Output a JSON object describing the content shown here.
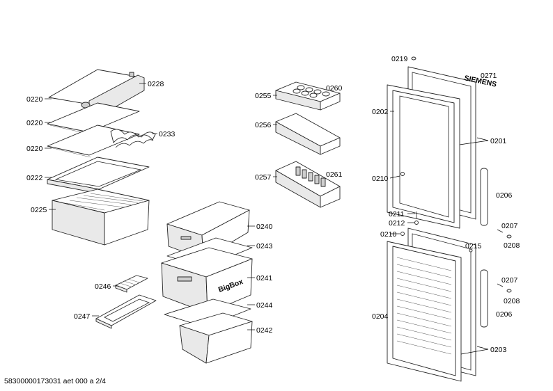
{
  "labels": {
    "l0228": "0228",
    "l0220a": "0220",
    "l0220b": "0220",
    "l0220c": "0220",
    "l0233": "0233",
    "l0222": "0222",
    "l0225": "0225",
    "l0255": "0255",
    "l0260": "0260",
    "l0256": "0256",
    "l0257": "0257",
    "l0261": "0261",
    "l0240": "0240",
    "l0243": "0243",
    "l0241": "0241",
    "l0244": "0244",
    "l0242": "0242",
    "l0246": "0246",
    "l0247": "0247",
    "l0219": "0219",
    "l0271": "0271",
    "l0202": "0202",
    "l0201": "0201",
    "l0210a": "0210",
    "l0206a": "0206",
    "l0211": "0211",
    "l0212": "0212",
    "l0210b": "0210",
    "l0207a": "0207",
    "l0208a": "0208",
    "l0215": "0215",
    "l0207b": "0207",
    "l0208b": "0208",
    "l0206b": "0206",
    "l0204": "0204",
    "l0203": "0203"
  },
  "drawer_brand": "BigBox",
  "door_brand": "SIEMENS",
  "footer": "58300000173031 aet 000 a 2/4"
}
